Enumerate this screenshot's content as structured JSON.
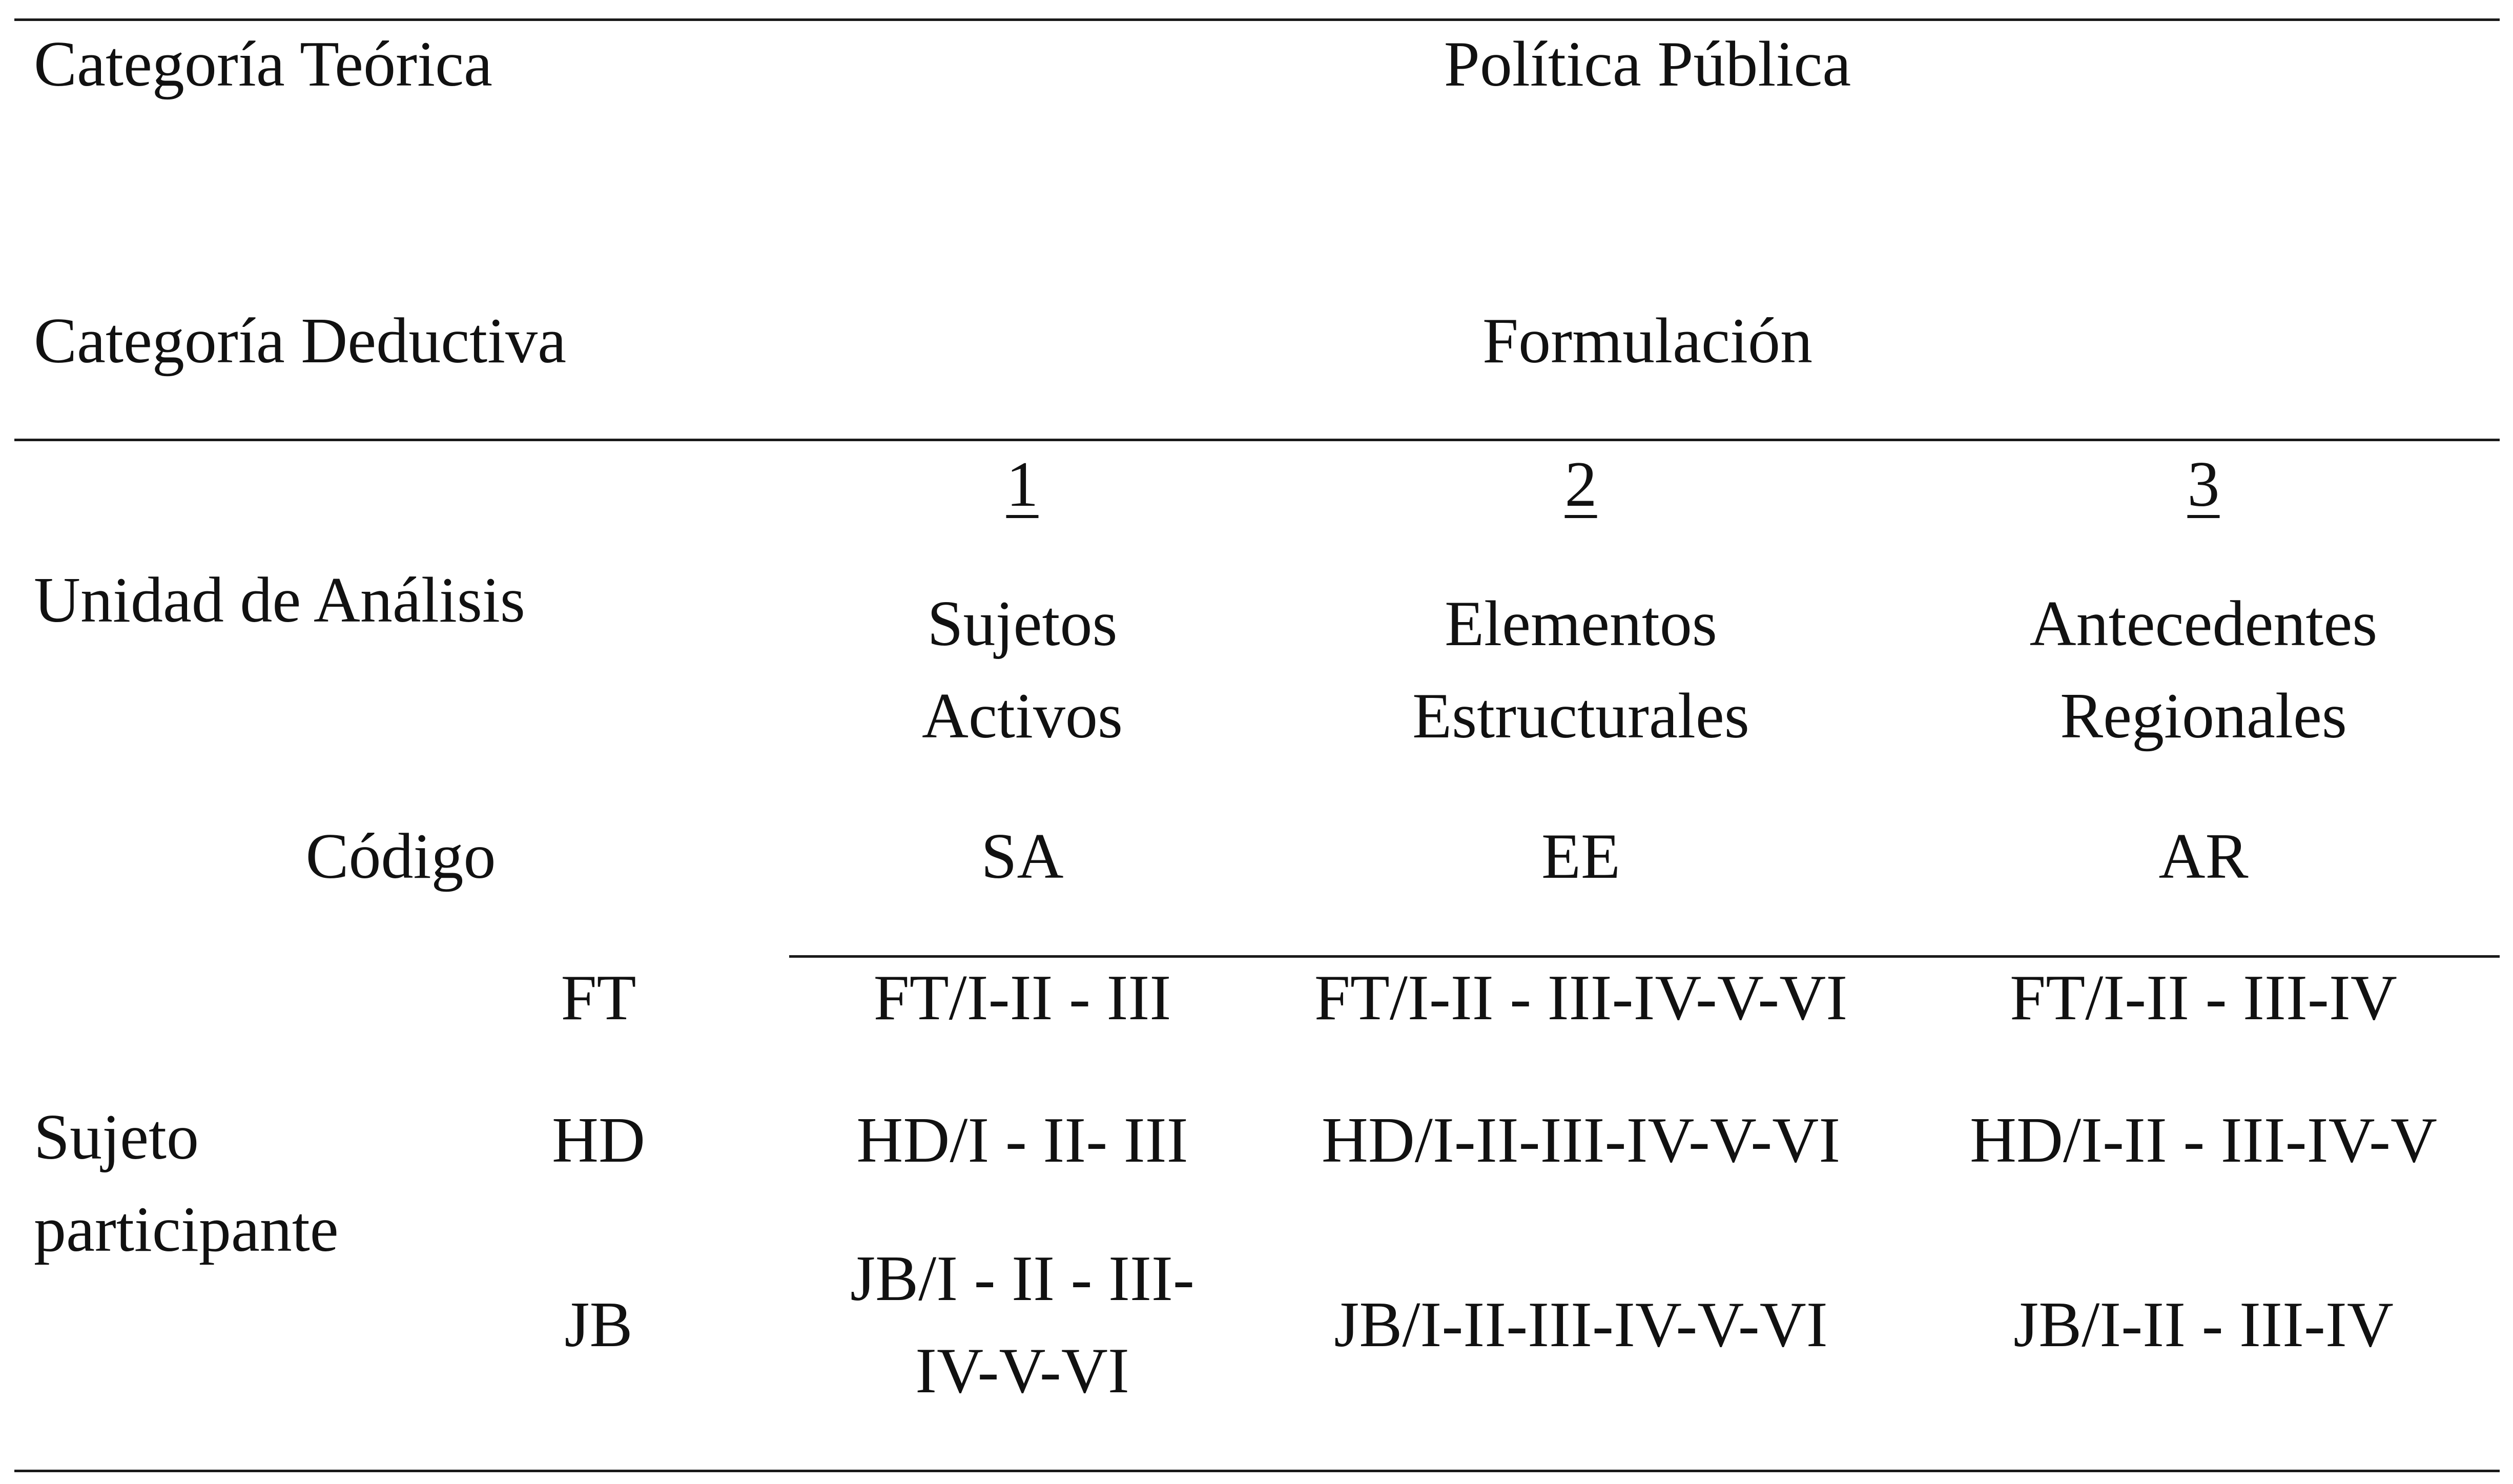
{
  "header": {
    "theoretical_label": "Categoría Teórica",
    "theoretical_value": "Política Pública",
    "deductive_label": "Categoría Deductiva",
    "deductive_value": "Formulación"
  },
  "unit_label": "Unidad de Análisis",
  "code_label": "Código",
  "columns": [
    {
      "number": "1",
      "line1": "Sujetos",
      "line2": "Activos",
      "code": "SA"
    },
    {
      "number": "2",
      "line1": "Elementos",
      "line2": "Estructurales",
      "code": "EE"
    },
    {
      "number": "3",
      "line1": "Antecedentes",
      "line2": "Regionales",
      "code": "AR"
    }
  ],
  "subject": {
    "line1": "Sujeto",
    "line2": "participante"
  },
  "rows": [
    {
      "code": "FT",
      "cells": [
        "FT/I-II - III",
        "FT/I-II - III-IV-V-VI",
        "FT/I-II - III-IV"
      ]
    },
    {
      "code": "HD",
      "cells": [
        "HD/I - II- III",
        "HD/I-II-III-IV-V-VI",
        "HD/I-II - III-IV-V"
      ]
    },
    {
      "code": "JB",
      "cells": [
        "JB/I - II - III-",
        "JB/I-II-III-IV-V-VI",
        "JB/I-II - III-IV"
      ],
      "cell0_line2": "IV-V-VI"
    }
  ]
}
